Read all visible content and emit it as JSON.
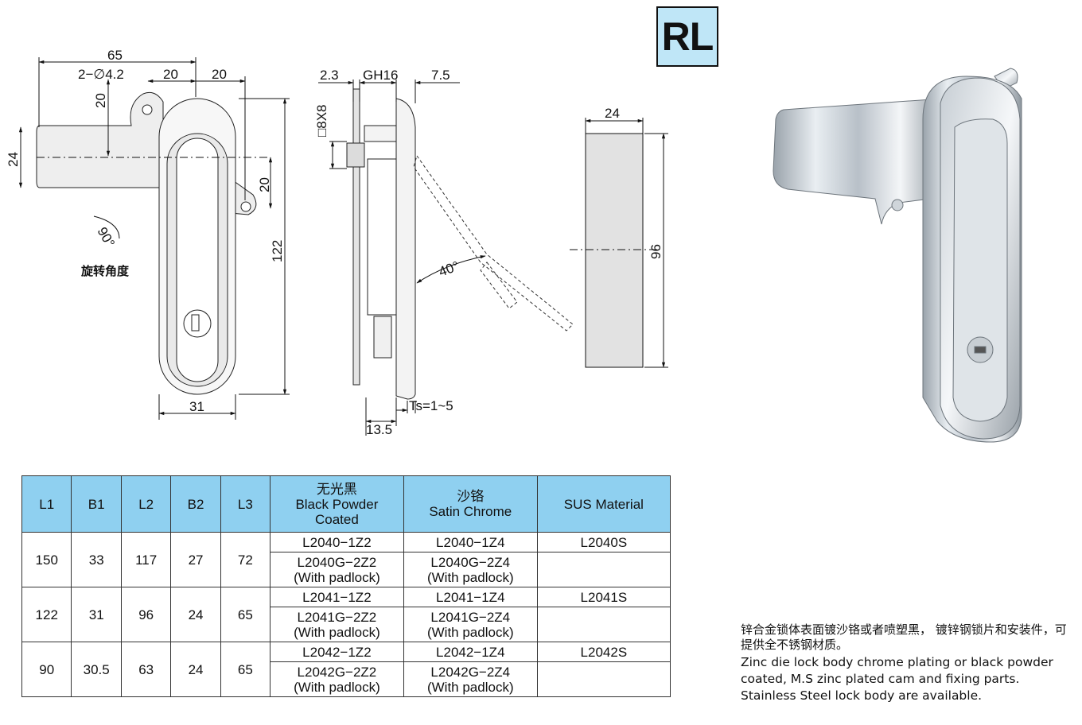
{
  "badge": "RL",
  "drawing": {
    "dims": {
      "d65": "65",
      "d2phi": "2−∅4.2",
      "d20a": "20",
      "d20b": "20",
      "d20c": "20",
      "d24": "24",
      "d20d": "20",
      "d122": "122",
      "d31": "31",
      "d90": "90°",
      "d23": "2.3",
      "dgh": "GH16",
      "d75": "7.5",
      "d8x8": "□8X8",
      "d40": "40°",
      "dts": "Ts=1~5",
      "d135": "13.5",
      "d24b": "24",
      "d96": "96"
    },
    "rotation_label": "旋转角度"
  },
  "table": {
    "headers": {
      "l1": "L1",
      "b1": "B1",
      "l2": "L2",
      "b2": "B2",
      "l3": "L3",
      "black_cn": "无光黑",
      "black_en": "Black Powder Coated",
      "satin_cn": "沙铬",
      "satin_en": "Satin Chrome",
      "sus": "SUS Material"
    },
    "groups": [
      {
        "l1": "150",
        "b1": "33",
        "l2": "117",
        "b2": "27",
        "l3": "72",
        "black": [
          "L2040−1Z2",
          "L2040G−2Z2",
          "(With padlock)"
        ],
        "satin": [
          "L2040−1Z4",
          "L2040G−2Z4",
          "(With padlock)"
        ],
        "sus": "L2040S"
      },
      {
        "l1": "122",
        "b1": "31",
        "l2": "96",
        "b2": "24",
        "l3": "65",
        "black": [
          "L2041−1Z2",
          "L2041G−2Z2",
          "(With padlock)"
        ],
        "satin": [
          "L2041−1Z4",
          "L2041G−2Z4",
          "(With padlock)"
        ],
        "sus": "L2041S"
      },
      {
        "l1": "90",
        "b1": "30.5",
        "l2": "63",
        "b2": "24",
        "l3": "65",
        "black": [
          "L2042−1Z2",
          "L2042G−2Z2",
          "(With padlock)"
        ],
        "satin": [
          "L2042−1Z4",
          "L2042G−2Z4",
          "(With padlock)"
        ],
        "sus": "L2042S"
      }
    ]
  },
  "note": {
    "cn": "锌合金锁体表面镀沙铬或者喷塑黑， 镀锌钢锁片和安装件，可提供全不锈钢材质。",
    "en": "Zinc die lock body chrome plating or black powder coated, M.S zinc plated cam and fixing parts. Stainless Steel lock body are available."
  }
}
